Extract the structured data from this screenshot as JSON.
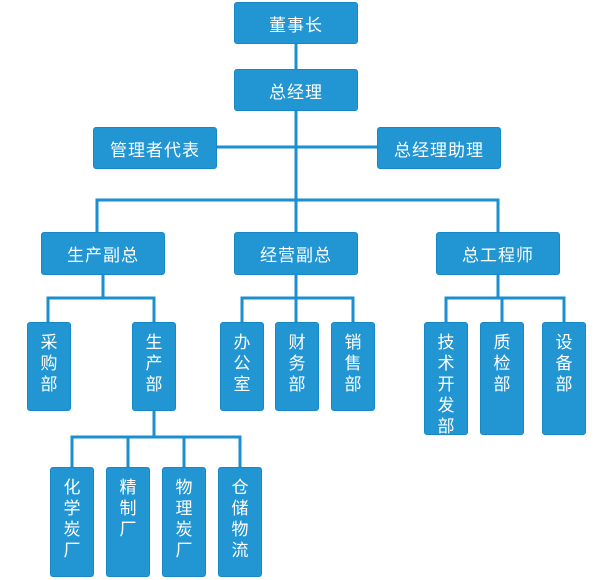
{
  "colors": {
    "box": "#2196d3",
    "line": "#1b8fcf",
    "text": "#ffffff"
  },
  "nodes": {
    "chairman": "董事长",
    "general_manager": "总经理",
    "management_representative": "管理者代表",
    "gm_assistant": "总经理助理",
    "vp_production": "生产副总",
    "vp_operations": "经营副总",
    "chief_engineer": "总工程师",
    "procurement": "采购部",
    "production_dept": "生产部",
    "office": "办公室",
    "finance": "财务部",
    "sales": "销售部",
    "technology_dev": "技术开发部",
    "quality_inspection": "质检部",
    "equipment": "设备部",
    "chemical_carbon_plant": "化学炭厂",
    "refining_plant": "精制厂",
    "physical_carbon_plant": "物理炭厂",
    "warehouse_logistics": "仓储物流"
  }
}
